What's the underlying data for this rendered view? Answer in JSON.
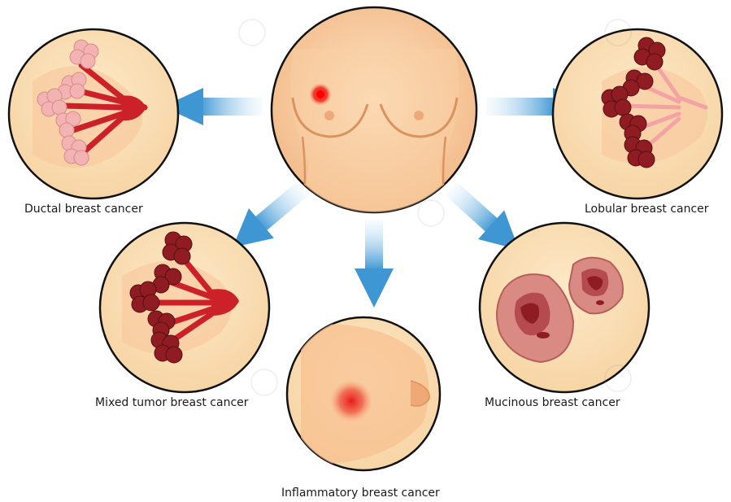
{
  "labels": {
    "ductal": "Ductal breast cancer",
    "lobular": "Lobular breast cancer",
    "mixed": "Mixed tumor breast cancer",
    "mucinous": "Mucinous breast cancer",
    "inflammatory": "Inflammatory breast cancer"
  },
  "colors": {
    "circle_fill": "#fbe1b6",
    "circle_stroke": "#111111",
    "skin": "#f7c79a",
    "skin_light": "#fcdcb6",
    "arrow": "#3e97d3",
    "tumor_dark": "#8e1c22",
    "tumor_red": "#cc2129",
    "lobule_pink": "#f3b3b3",
    "mucinous_outer": "#d98a82",
    "mucinous_inner": "#b54a4f"
  }
}
